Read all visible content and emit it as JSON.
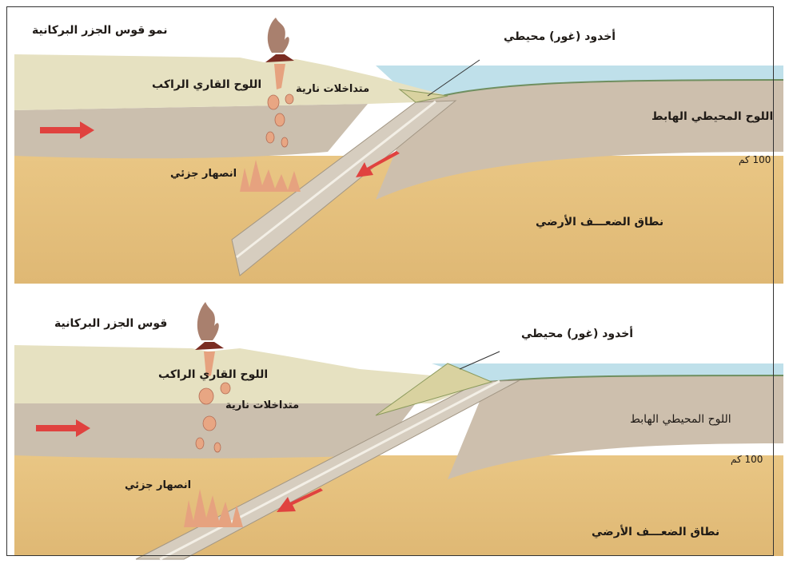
{
  "panels": [
    {
      "arc_label": "نمو قوس الجزر البركانية",
      "trench_label": "أخدود (غور) محيطي",
      "continental_plate_label": "اللوح القاري الراكب",
      "intrusions_label": "متداخلات نارية",
      "oceanic_plate_label": "اللوح المحيطي الهابط",
      "partial_melting_label": "انصهار جزئي",
      "depth_label": "100 كم",
      "asthenosphere_label": "نطاق الضعـــف الأرضي"
    },
    {
      "arc_label": "قوس الجزر البركانية",
      "trench_label": "أخدود (غور) محيطي",
      "continental_plate_label": "اللوح القاري الراكب",
      "intrusions_label": "متداخلات نارية",
      "oceanic_plate_label": "اللوح المحيطي الهابط",
      "partial_melting_label": "انصهار جزئي",
      "depth_label": "100 كم",
      "asthenosphere_label": "نطاق الضعـــف الأرضي"
    }
  ],
  "colors": {
    "sea": "#bfe0ea",
    "crust": "#e6e2c0",
    "lithosphere": "#cfc3b1",
    "mantle": "#e3bf7a",
    "slab": "#d9d1c4",
    "magma": "#e6a27f",
    "arrow": "#e0423f"
  },
  "icons": [
    "volcano-icon",
    "plate-motion-arrow-icon",
    "subduction-arrow-icon"
  ]
}
